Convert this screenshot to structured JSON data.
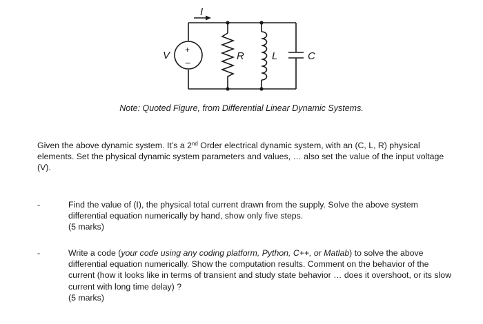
{
  "figure": {
    "labels": {
      "current": "I",
      "voltage": "V",
      "resistor": "R",
      "inductor": "L",
      "capacitor": "C",
      "plus": "+",
      "minus": "−"
    },
    "caption": "Note: Quoted Figure, from Differential Linear Dynamic Systems."
  },
  "intro": {
    "before_sup": "Given the above dynamic system.  It’s a 2",
    "sup": "nd",
    "after_sup": " Order electrical dynamic system, with an (C, L, R) physical elements.  Set the physical dynamic system parameters and values, … also set the value of the input voltage (V)."
  },
  "tasks": [
    {
      "dash": "-",
      "text": "Find the value of (I), the physical total current drawn from the supply. Solve the above system differential equation numerically by hand, show only five steps.",
      "marks": "(5 marks)"
    },
    {
      "dash": "-",
      "text_before_italic": "Write a code (",
      "text_italic": "your code using any coding platform, Python, C++, or Matlab",
      "text_after_italic": ") to solve the above differential equation numerically.  Show the computation results. Comment on the behavior of the current (how it looks like in terms of transient and study state behavior … does it overshoot, or its slow current with long time delay) ?",
      "marks": "(5 marks)"
    }
  ]
}
